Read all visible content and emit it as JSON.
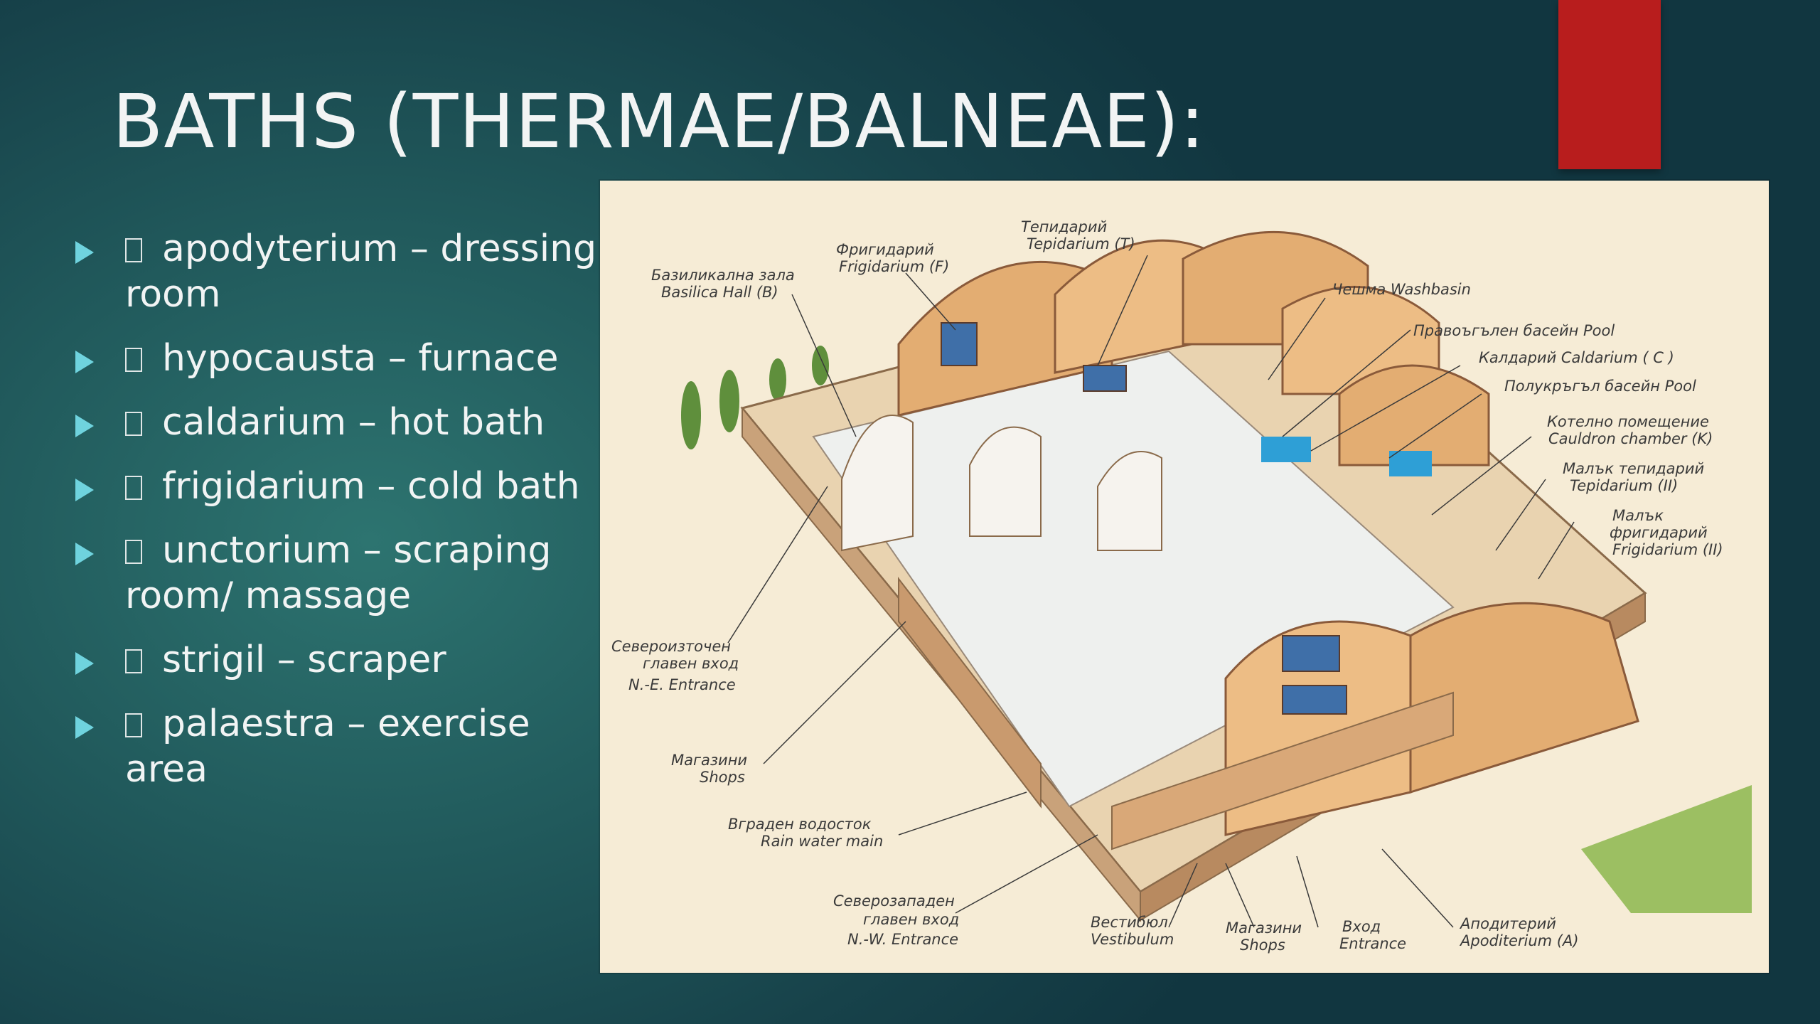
{
  "slide": {
    "title": "BATHS (THERMAE/BALNEAE):",
    "accent_color": "#b81d1d",
    "bullet_color": "#6fd3de",
    "bullets": [
      {
        "line1": "apodyterium – dressing",
        "line2": "room"
      },
      {
        "line1": "hypocausta – furnace",
        "line2": ""
      },
      {
        "line1": "caldarium – hot bath",
        "line2": ""
      },
      {
        "line1": "frigidarium – cold bath",
        "line2": ""
      },
      {
        "line1": "unctorium – scraping",
        "line2": "room/ massage"
      },
      {
        "line1": "strigil – scraper",
        "line2": ""
      },
      {
        "line1": "palaestra – exercise",
        "line2": "area"
      }
    ]
  },
  "diagram": {
    "labels": {
      "tepidarium_bg": "Тепидарий",
      "tepidarium_en": "Tepidarium (T)",
      "frigidarium_bg": "Фригидарий",
      "frigidarium_en": "Frigidarium (F)",
      "basilica_bg": "Базиликална зала",
      "basilica_en": "Basilica Hall (B)",
      "washbasin": "Чешма  Washbasin",
      "pool1": "Правоъгълен басейн  Pool",
      "caldarium": "Калдарий  Caldarium ( C )",
      "pool2": "Полукръгъл басейн  Pool",
      "cauldron_bg": "Котелно помещение",
      "cauldron_en": "Cauldron chamber (K)",
      "small_tep_bg": "Малък тепидарий",
      "small_tep_en": "Tepidarium (II)",
      "small_frig_bg1": "Малък",
      "small_frig_bg2": "фригидарий",
      "small_frig_en": "Frigidarium (II)",
      "ne_bg1": "Североизточен",
      "ne_bg2": "главен вход",
      "ne_en": "N.-E. Entrance",
      "shops_bg": "Магазини",
      "shops_en": "Shops",
      "rain_bg": "Вграден водосток",
      "rain_en": "Rain water main",
      "nw_bg1": "Северозападен",
      "nw_bg2": "главен вход",
      "nw_en": "N.-W. Entrance",
      "vest_bg": "Вестибюл",
      "vest_en": "Vestibulum",
      "shops2_bg": "Магазини",
      "shops2_en": "Shops",
      "entr_bg": "Вход",
      "entr_en": "Entrance",
      "apod_bg": "Аподитерий",
      "apod_en": "Apoditerium (A)"
    }
  }
}
